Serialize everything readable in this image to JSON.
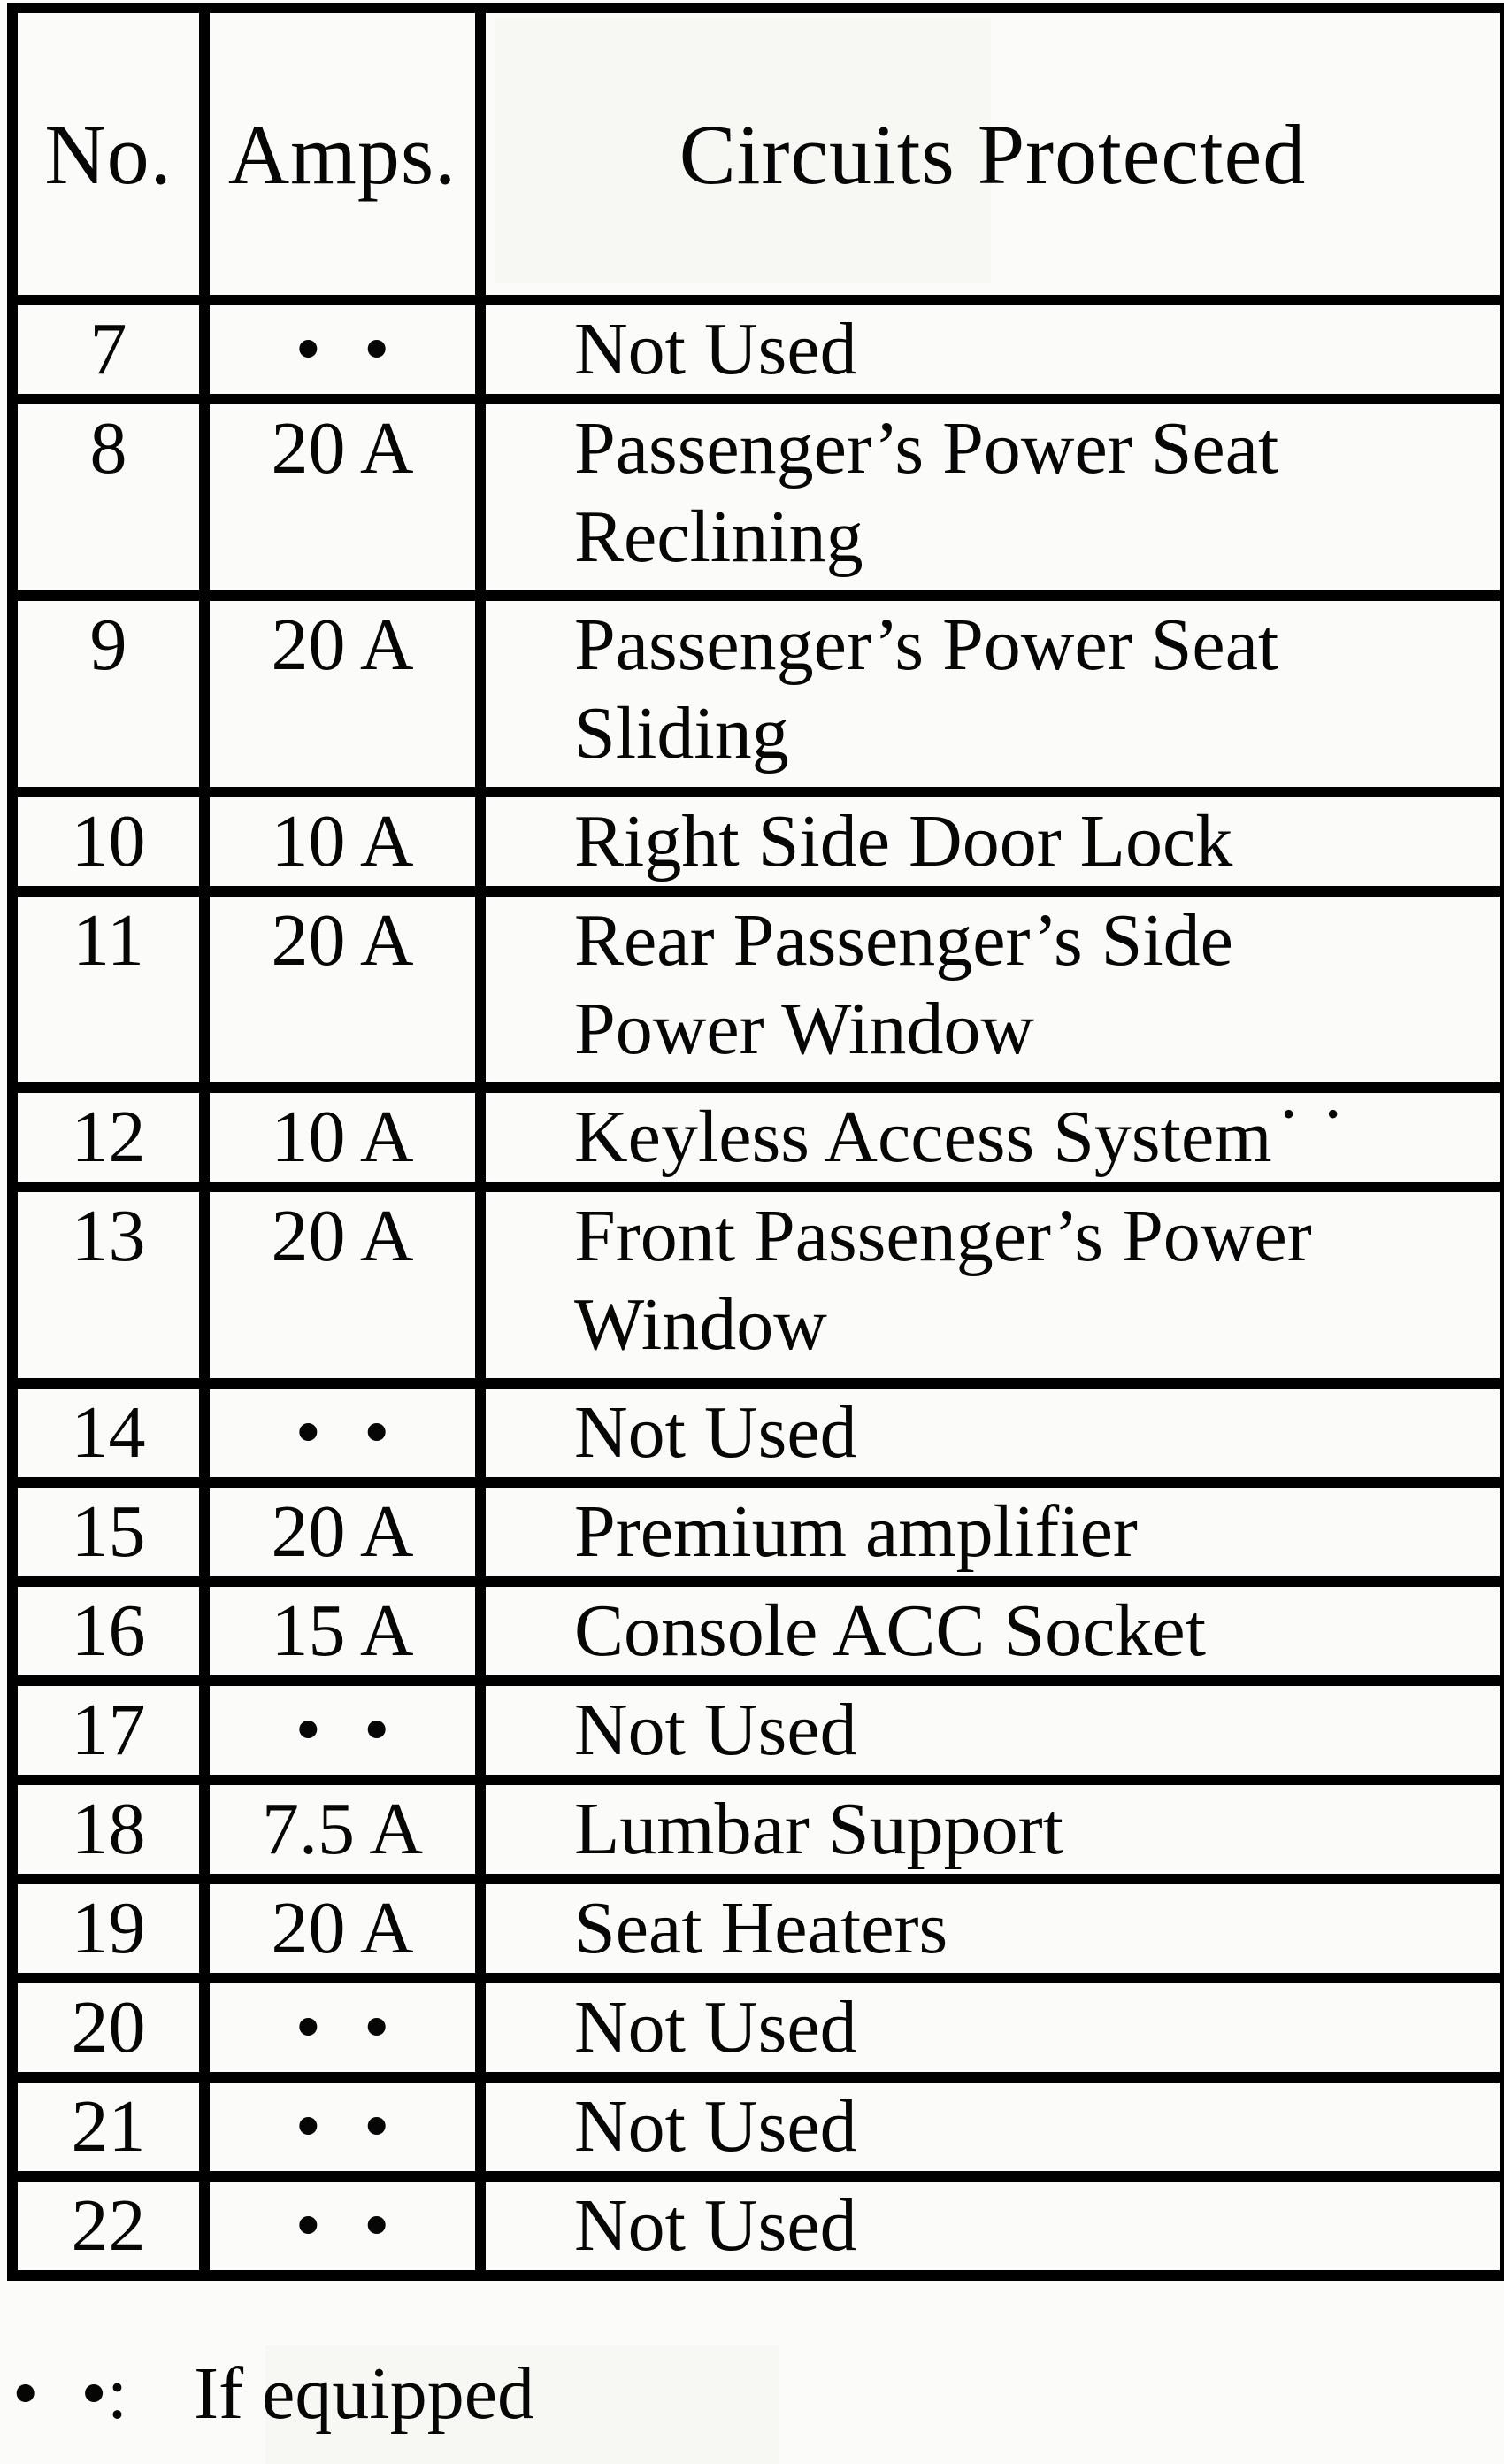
{
  "colors": {
    "ink": "#000000",
    "paper": "#fbfbf9"
  },
  "table": {
    "headers": {
      "no": "No.",
      "amps": "Amps.",
      "circuits": "Circuits Protected"
    },
    "not_used_symbol": "• •",
    "if_equipped_marker": "• •",
    "rows": [
      {
        "no": "7",
        "amps": null,
        "circuit_lines": [
          "Not Used"
        ]
      },
      {
        "no": "8",
        "amps": "20 A",
        "circuit_lines": [
          "Passenger’s Power Seat",
          "Reclining"
        ]
      },
      {
        "no": "9",
        "amps": "20 A",
        "circuit_lines": [
          "Passenger’s Power Seat",
          "Sliding"
        ]
      },
      {
        "no": "10",
        "amps": "10 A",
        "circuit_lines": [
          "Right Side Door Lock"
        ]
      },
      {
        "no": "11",
        "amps": "20 A",
        "circuit_lines": [
          "Rear Passenger’s Side",
          "Power Window"
        ]
      },
      {
        "no": "12",
        "amps": "10 A",
        "circuit_lines": [
          "Keyless Access System"
        ],
        "marker": true
      },
      {
        "no": "13",
        "amps": "20 A",
        "circuit_lines": [
          "Front Passenger’s Power",
          "Window"
        ]
      },
      {
        "no": "14",
        "amps": null,
        "circuit_lines": [
          "Not Used"
        ]
      },
      {
        "no": "15",
        "amps": "20 A",
        "circuit_lines": [
          "Premium amplifier"
        ]
      },
      {
        "no": "16",
        "amps": "15 A",
        "circuit_lines": [
          "Console ACC Socket"
        ]
      },
      {
        "no": "17",
        "amps": null,
        "circuit_lines": [
          "Not Used"
        ]
      },
      {
        "no": "18",
        "amps": "7.5 A",
        "circuit_lines": [
          "Lumbar Support"
        ]
      },
      {
        "no": "19",
        "amps": "20 A",
        "circuit_lines": [
          "Seat Heaters"
        ]
      },
      {
        "no": "20",
        "amps": null,
        "circuit_lines": [
          "Not Used"
        ]
      },
      {
        "no": "21",
        "amps": null,
        "circuit_lines": [
          "Not Used"
        ]
      },
      {
        "no": "22",
        "amps": null,
        "circuit_lines": [
          "Not Used"
        ]
      }
    ]
  },
  "footnote": {
    "marker": "• •",
    "colon": ":",
    "label": "If equipped"
  }
}
